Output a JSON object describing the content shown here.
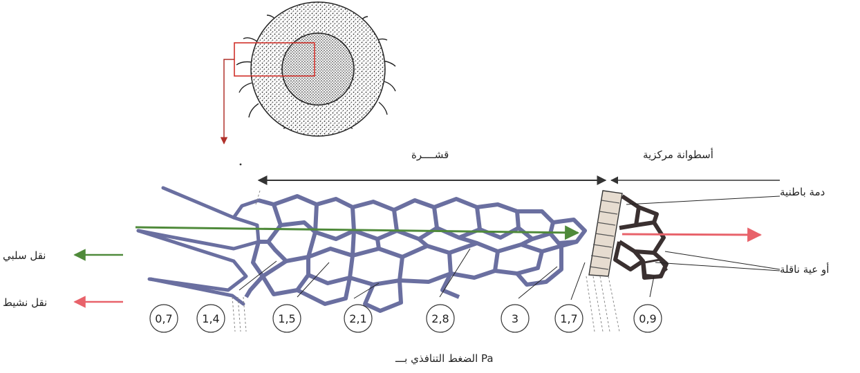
{
  "labels": {
    "cortex": "قشــــرة",
    "central_cylinder": "أسطوانة مركزية",
    "endodermis": "دمة باطنية",
    "vessels": "أو عية ناقلة",
    "passive_transport": "نقل سلبي",
    "active_transport": "نقل نشيط",
    "pressure_caption": "الضغط التنافذي بـــ Pa"
  },
  "pressure_values": [
    "0,7",
    "1,4",
    "1,5",
    "2,1",
    "2,8",
    "3",
    "1,7",
    "0,9"
  ],
  "colors": {
    "cell_wall": "#6a6fa0",
    "passive_arrow": "#4f8a3a",
    "active_arrow": "#e8626a",
    "inset_box": "#d0302a",
    "endodermis_dark": "#3a3030",
    "stipple": "#2a2a2a"
  }
}
